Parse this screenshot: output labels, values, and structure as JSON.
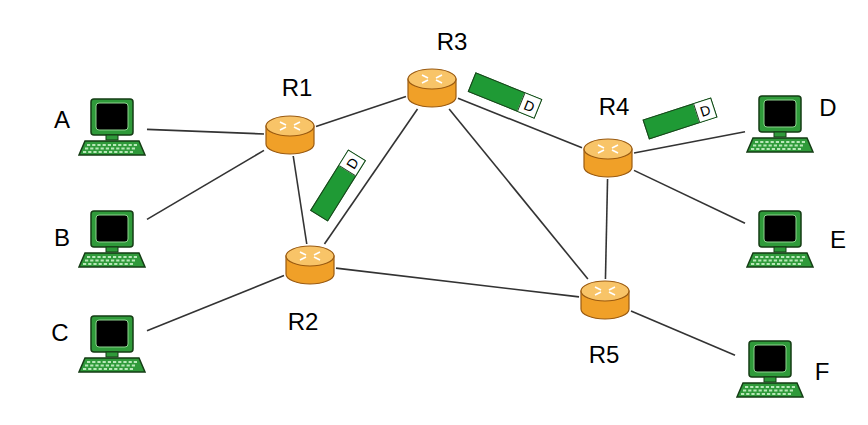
{
  "diagram": {
    "nodes": [
      {
        "text": [
          "A"
        ]
      },
      {
        "text": [
          "B"
        ]
      },
      {
        "text": [
          "C"
        ]
      },
      {
        "text": [
          "R1"
        ]
      },
      {
        "text": [
          "R2"
        ]
      },
      {
        "text": [
          "R3"
        ]
      },
      {
        "text": [
          "R4"
        ]
      },
      {
        "text": [
          "R5"
        ]
      },
      {
        "text": [
          "D"
        ]
      },
      {
        "text": [
          "E"
        ]
      },
      {
        "text": [
          "F"
        ]
      },
      {
        "text": [
          "D"
        ]
      },
      {
        "text": [
          "D"
        ]
      },
      {
        "text": [
          "D"
        ]
      }
    ],
    "edges": [
      {
        "from": 0,
        "to": 3,
        "arrow": "none"
      },
      {
        "from": 1,
        "to": 3,
        "arrow": "none"
      },
      {
        "from": 2,
        "to": 4,
        "arrow": "none"
      },
      {
        "from": 3,
        "to": 4,
        "arrow": "none"
      },
      {
        "from": 3,
        "to": 5,
        "arrow": "none"
      },
      {
        "from": 4,
        "to": 5,
        "arrow": "none"
      },
      {
        "from": 4,
        "to": 7,
        "arrow": "none"
      },
      {
        "from": 5,
        "to": 6,
        "arrow": "none"
      },
      {
        "from": 5,
        "to": 7,
        "arrow": "none"
      },
      {
        "from": 6,
        "to": 7,
        "arrow": "none"
      },
      {
        "from": 6,
        "to": 8,
        "arrow": "none"
      },
      {
        "from": 6,
        "to": 9,
        "arrow": "none"
      },
      {
        "from": 7,
        "to": 10,
        "arrow": "none"
      }
    ]
  }
}
